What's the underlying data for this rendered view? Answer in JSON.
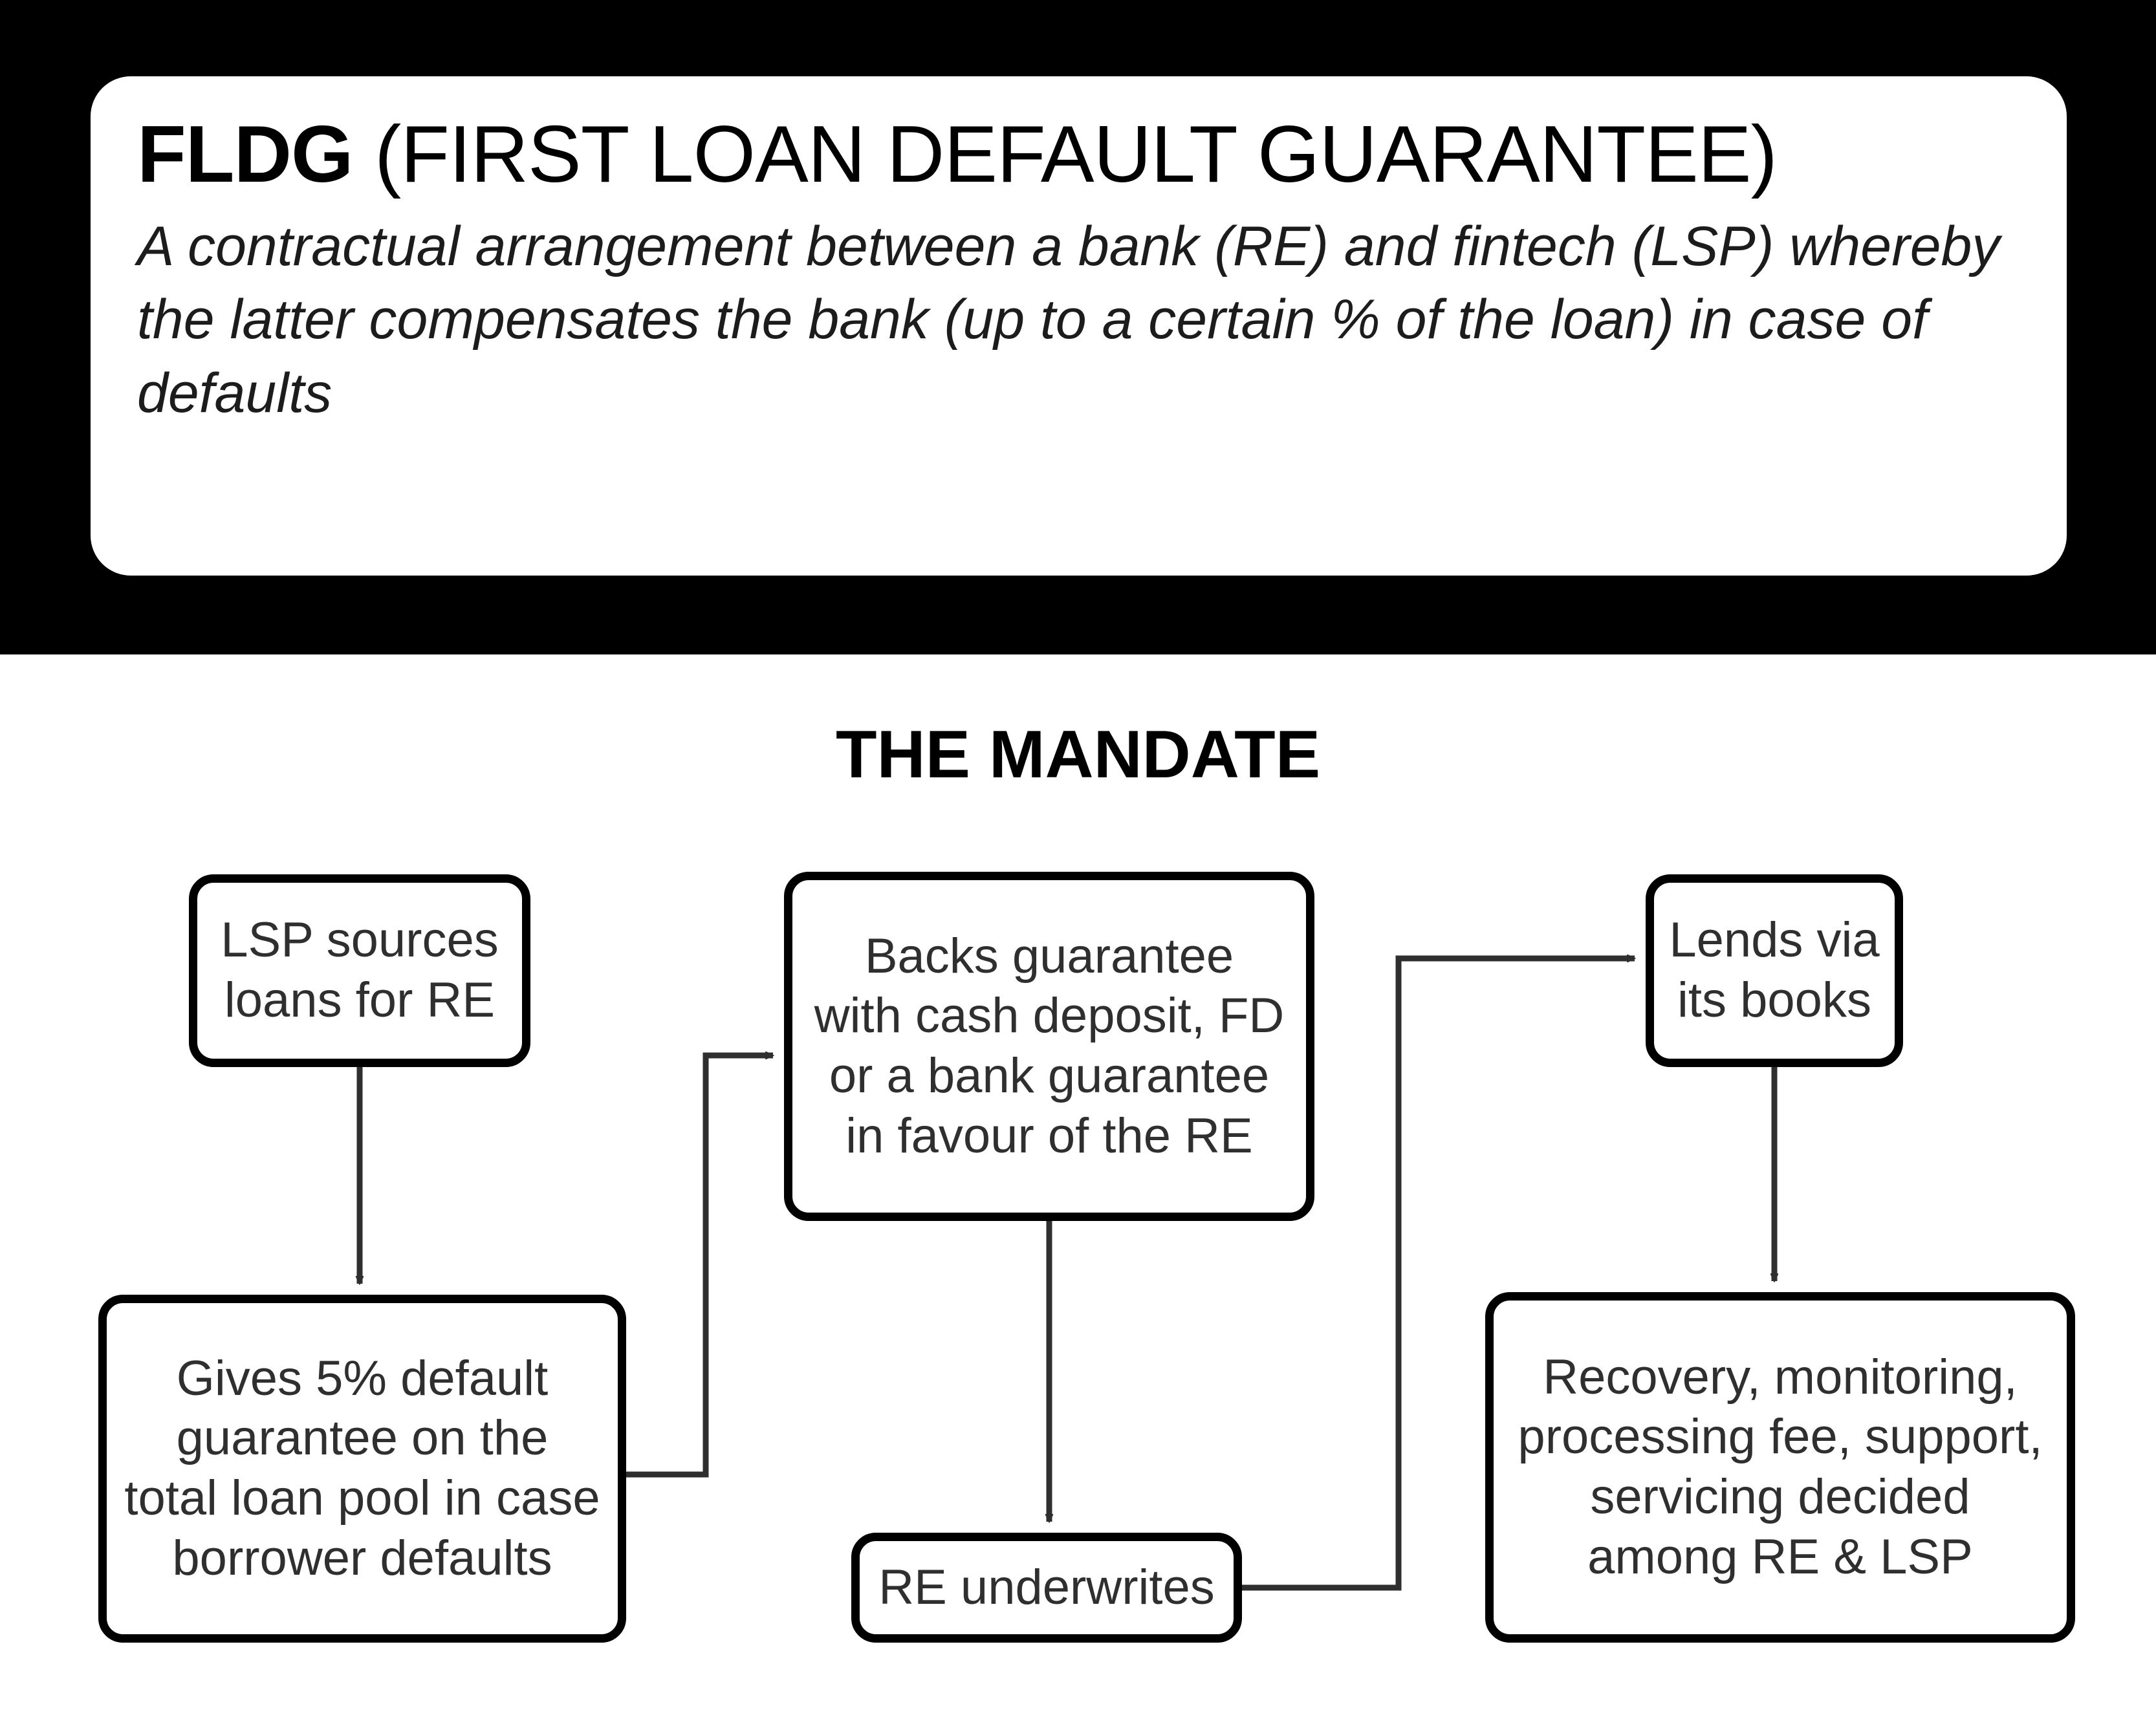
{
  "header": {
    "title_bold": "FLDG",
    "title_rest": " (FIRST LOAN DEFAULT GUARANTEE)",
    "subtitle": "A contractual arrangement between a bank (RE) and fintech (LSP) whereby the latter compensates the bank (up to a certain % of the loan) in case of defaults",
    "background_color": "#000000",
    "card_color": "#ffffff"
  },
  "mandate": {
    "heading": "THE MANDATE",
    "nodes": [
      {
        "id": "lsp-sources",
        "text": "LSP sources\nloans for RE"
      },
      {
        "id": "backs-guarantee",
        "text": "Backs guarantee\nwith cash deposit, FD\nor a bank guarantee\nin favour of the RE"
      },
      {
        "id": "lends-books",
        "text": "Lends via\nits books"
      },
      {
        "id": "gives-5pct",
        "text": "Gives 5% default\nguarantee on the\ntotal loan pool in case\nborrower defaults"
      },
      {
        "id": "re-underwrites",
        "text": "RE underwrites"
      },
      {
        "id": "recovery",
        "text": "Recovery, monitoring,\nprocessing fee, support,\nservicing decided\namong RE & LSP"
      }
    ],
    "connectors": [
      {
        "from": "lsp-sources",
        "to": "gives-5pct",
        "style": "straight-down"
      },
      {
        "from": "gives-5pct",
        "to": "backs-guarantee",
        "style": "elbow-right-up"
      },
      {
        "from": "backs-guarantee",
        "to": "re-underwrites",
        "style": "straight-down"
      },
      {
        "from": "re-underwrites",
        "to": "lends-books",
        "style": "elbow-right-up"
      },
      {
        "from": "lends-books",
        "to": "recovery",
        "style": "straight-down"
      }
    ],
    "line_color": "#2f2f2f",
    "box_border_color": "#000000",
    "text_color": "#2f2f2f"
  }
}
